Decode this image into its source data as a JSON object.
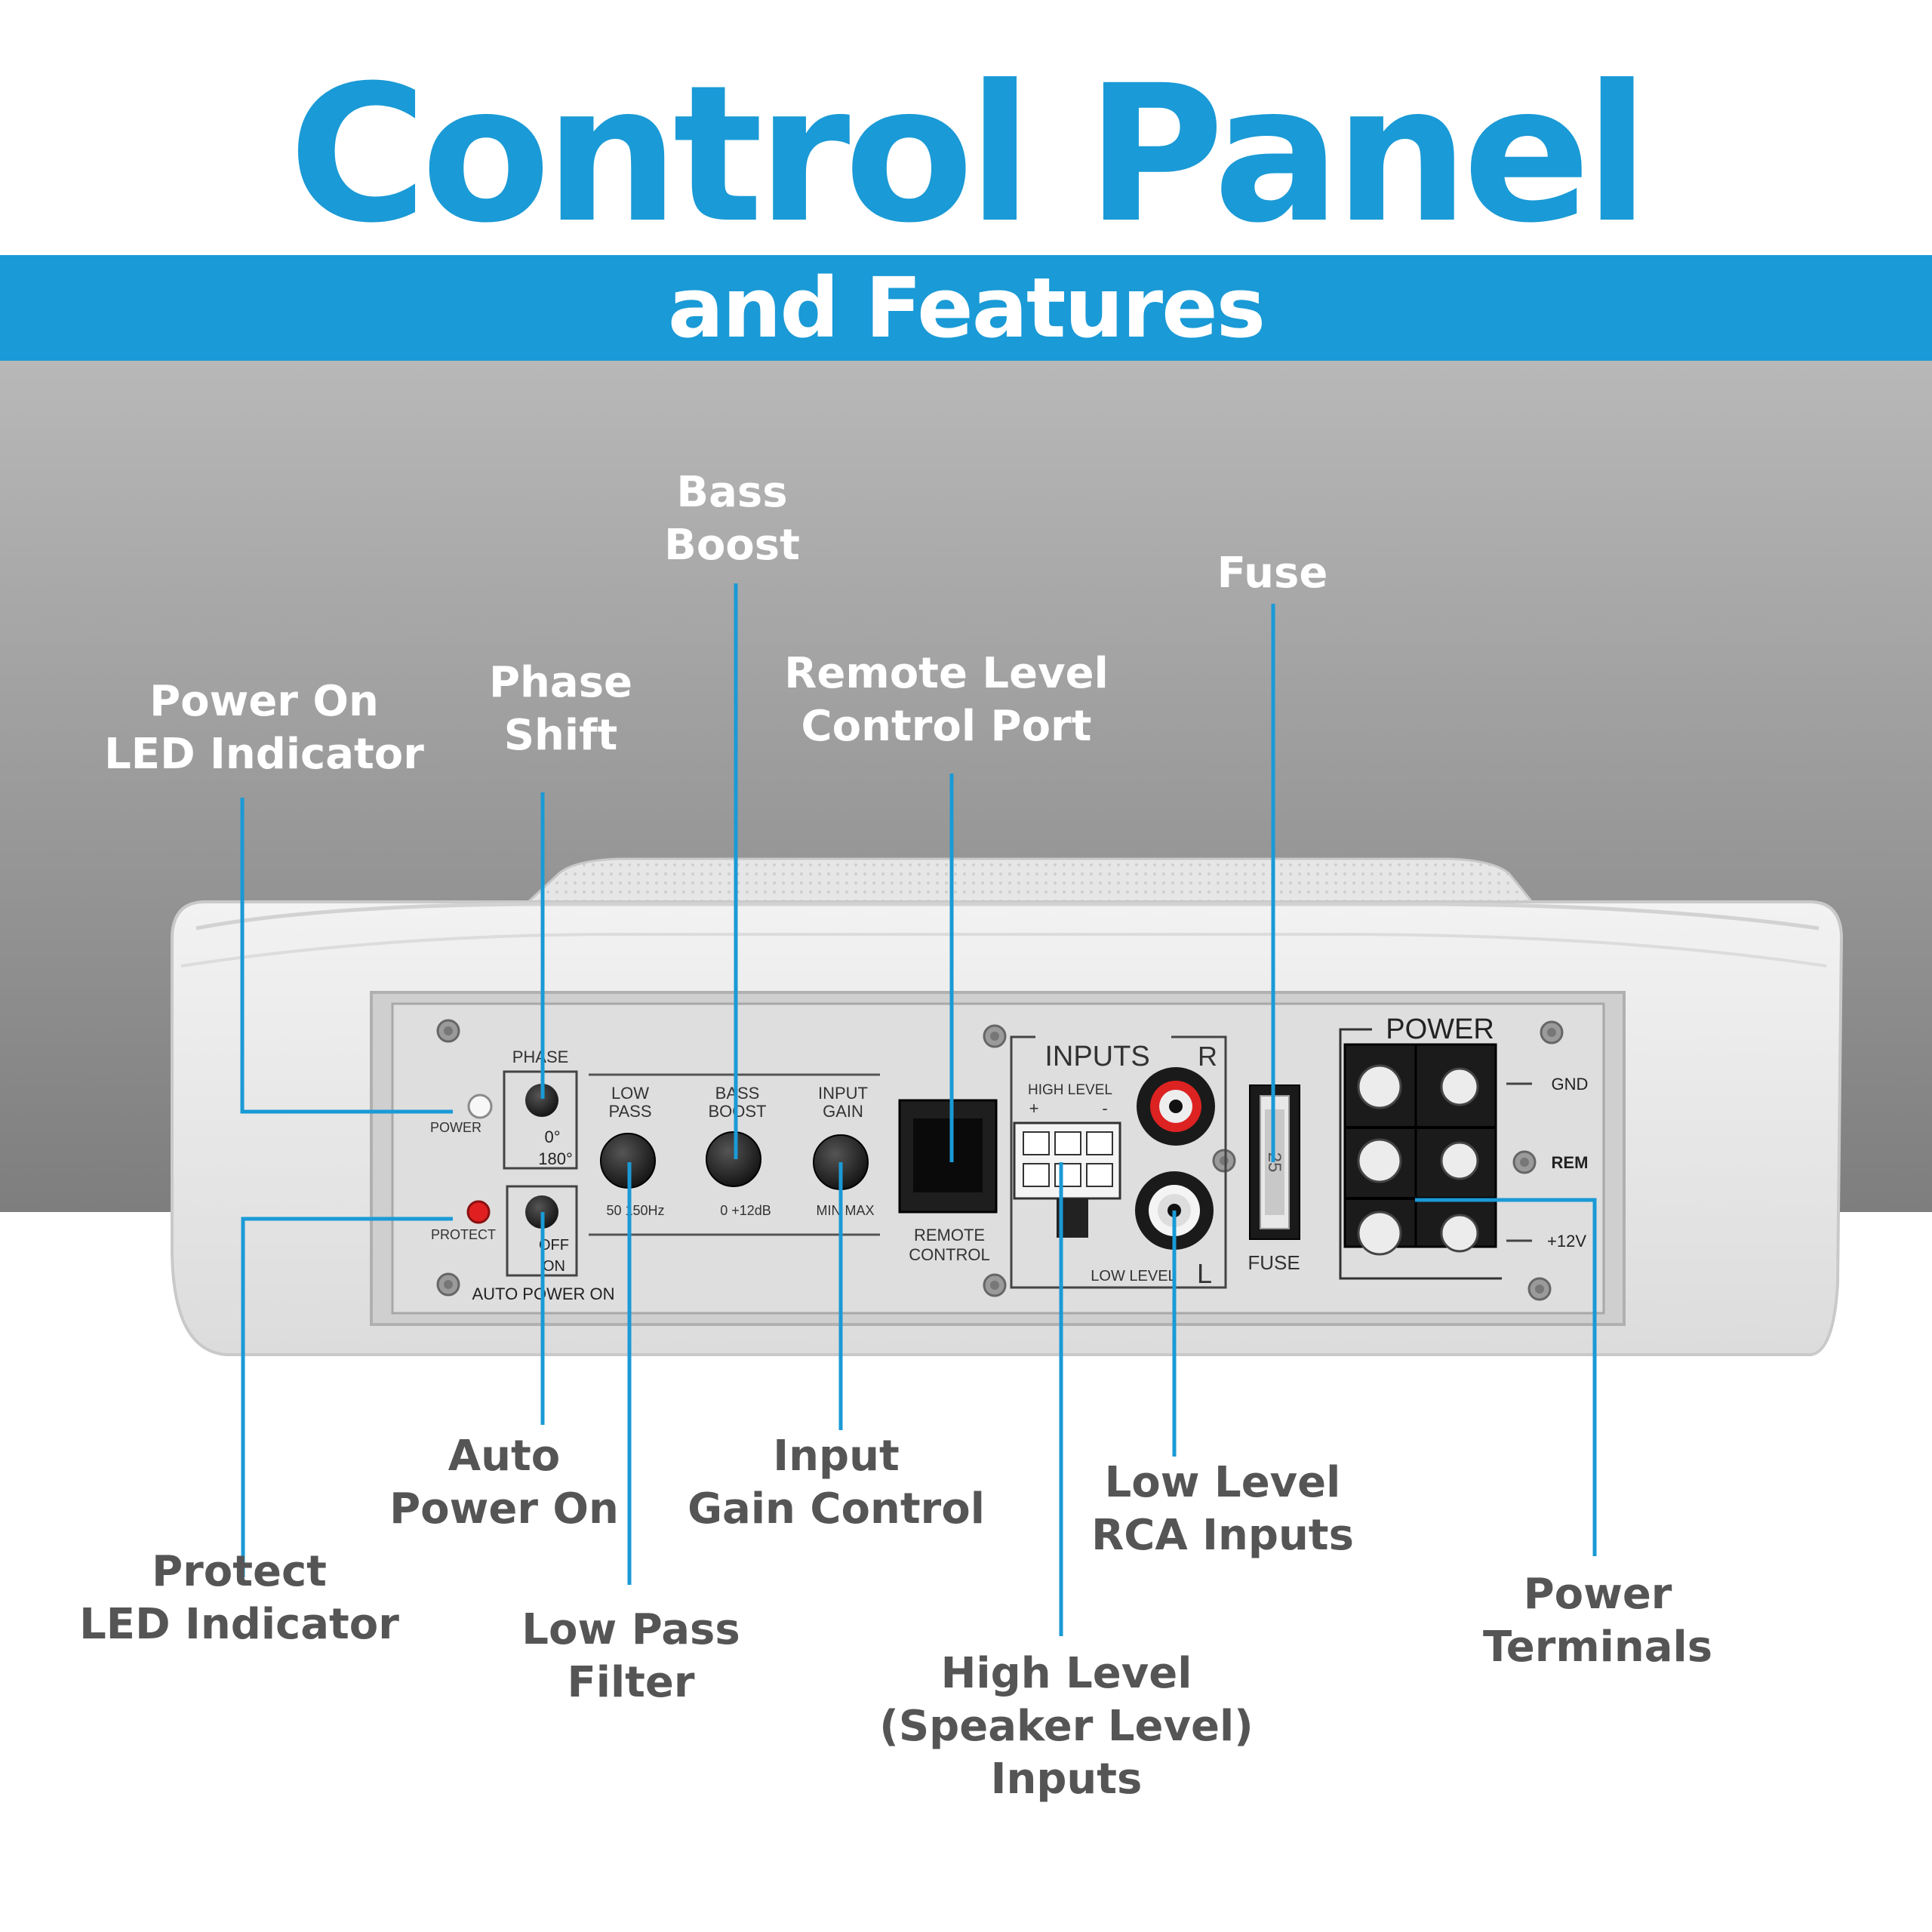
{
  "header": {
    "title": "Control Panel",
    "subtitle": "and Features"
  },
  "colors": {
    "accent": "#1a9ad6",
    "label_light": "#ffffff",
    "label_dark": "#555555",
    "band_top": "#b5b5b5",
    "band_bottom": "#828282",
    "panel": "#dadada"
  },
  "callouts": {
    "power_led": [
      "Power On",
      "LED Indicator"
    ],
    "phase_shift": [
      "Phase",
      "Shift"
    ],
    "bass_boost": [
      "Bass",
      "Boost"
    ],
    "remote_port": [
      "Remote Level",
      "Control Port"
    ],
    "fuse": [
      "Fuse"
    ],
    "auto_power": [
      "Auto",
      "Power On"
    ],
    "protect_led": [
      "Protect",
      "LED Indicator"
    ],
    "low_pass": [
      "Low Pass",
      "Filter"
    ],
    "input_gain": [
      "Input",
      "Gain Control"
    ],
    "low_level_rca": [
      "Low Level",
      "RCA Inputs"
    ],
    "high_level": [
      "High Level",
      "(Speaker Level)",
      "Inputs"
    ],
    "power_terminals": [
      "Power",
      "Terminals"
    ]
  },
  "panel": {
    "power_led_label": "POWER",
    "protect_led_label": "PROTECT",
    "phase_label": "PHASE",
    "phase_0": "0°",
    "phase_180": "180°",
    "auto_off": "OFF",
    "auto_on": "ON",
    "auto_power_label": "AUTO POWER ON",
    "low_pass_label": [
      "LOW",
      "PASS"
    ],
    "low_pass_range": "50  150Hz",
    "bass_boost_label": [
      "BASS",
      "BOOST"
    ],
    "bass_boost_range": "0  +12dB",
    "input_gain_label": [
      "INPUT",
      "GAIN"
    ],
    "input_gain_range": "MIN  MAX",
    "remote_label": [
      "REMOTE",
      "CONTROL"
    ],
    "inputs_label": "INPUTS",
    "high_level_label": "HIGH LEVEL",
    "plus": "+",
    "minus": "-",
    "r_label": "R",
    "l_label": "L",
    "low_level_label": "LOW  LEVEL",
    "fuse_label": "FUSE",
    "fuse_value": "25",
    "power_label": "POWER",
    "gnd_label": "GND",
    "rem_label": "REM",
    "v12_label": "+12V"
  }
}
